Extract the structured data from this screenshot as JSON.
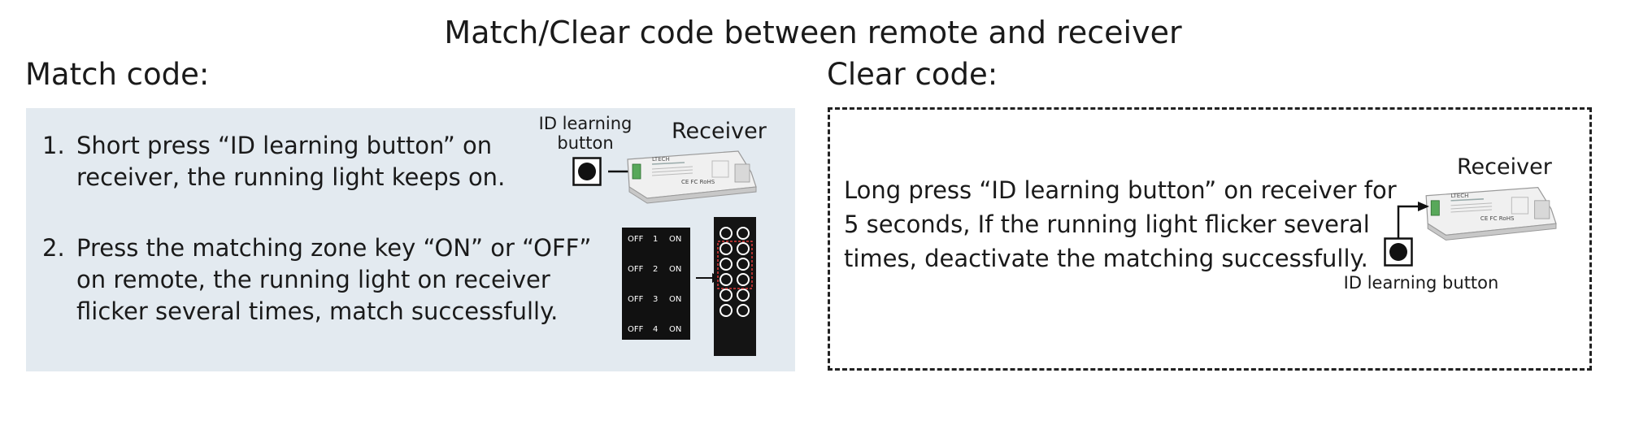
{
  "title": "Match/Clear code between remote and receiver",
  "match": {
    "heading": "Match code:",
    "steps": [
      {
        "num": "1.",
        "lines": [
          "Short press “ID learning button” on",
          "receiver, the running light keeps on."
        ]
      },
      {
        "num": "2.",
        "lines": [
          "Press the matching zone key “ON” or “OFF”",
          "on remote, the running light on receiver",
          "flicker several times, match successfully."
        ]
      }
    ],
    "button_label": [
      "ID learning",
      "button"
    ],
    "receiver_label": "Receiver",
    "remote_zones": [
      {
        "off": "OFF",
        "num": "1",
        "on": "ON"
      },
      {
        "off": "OFF",
        "num": "2",
        "on": "ON"
      },
      {
        "off": "OFF",
        "num": "3",
        "on": "ON"
      },
      {
        "off": "OFF",
        "num": "4",
        "on": "ON"
      }
    ]
  },
  "clear": {
    "heading": "Clear code:",
    "lines": [
      "Long press “ID learning button” on receiver for",
      "5 seconds, If the running light flicker several",
      "times, deactivate the matching successfully."
    ],
    "receiver_label": "Receiver",
    "button_label": "ID learning button"
  },
  "device_text": {
    "brand": "LTECH",
    "marks": "CE  FC  RoHS"
  }
}
